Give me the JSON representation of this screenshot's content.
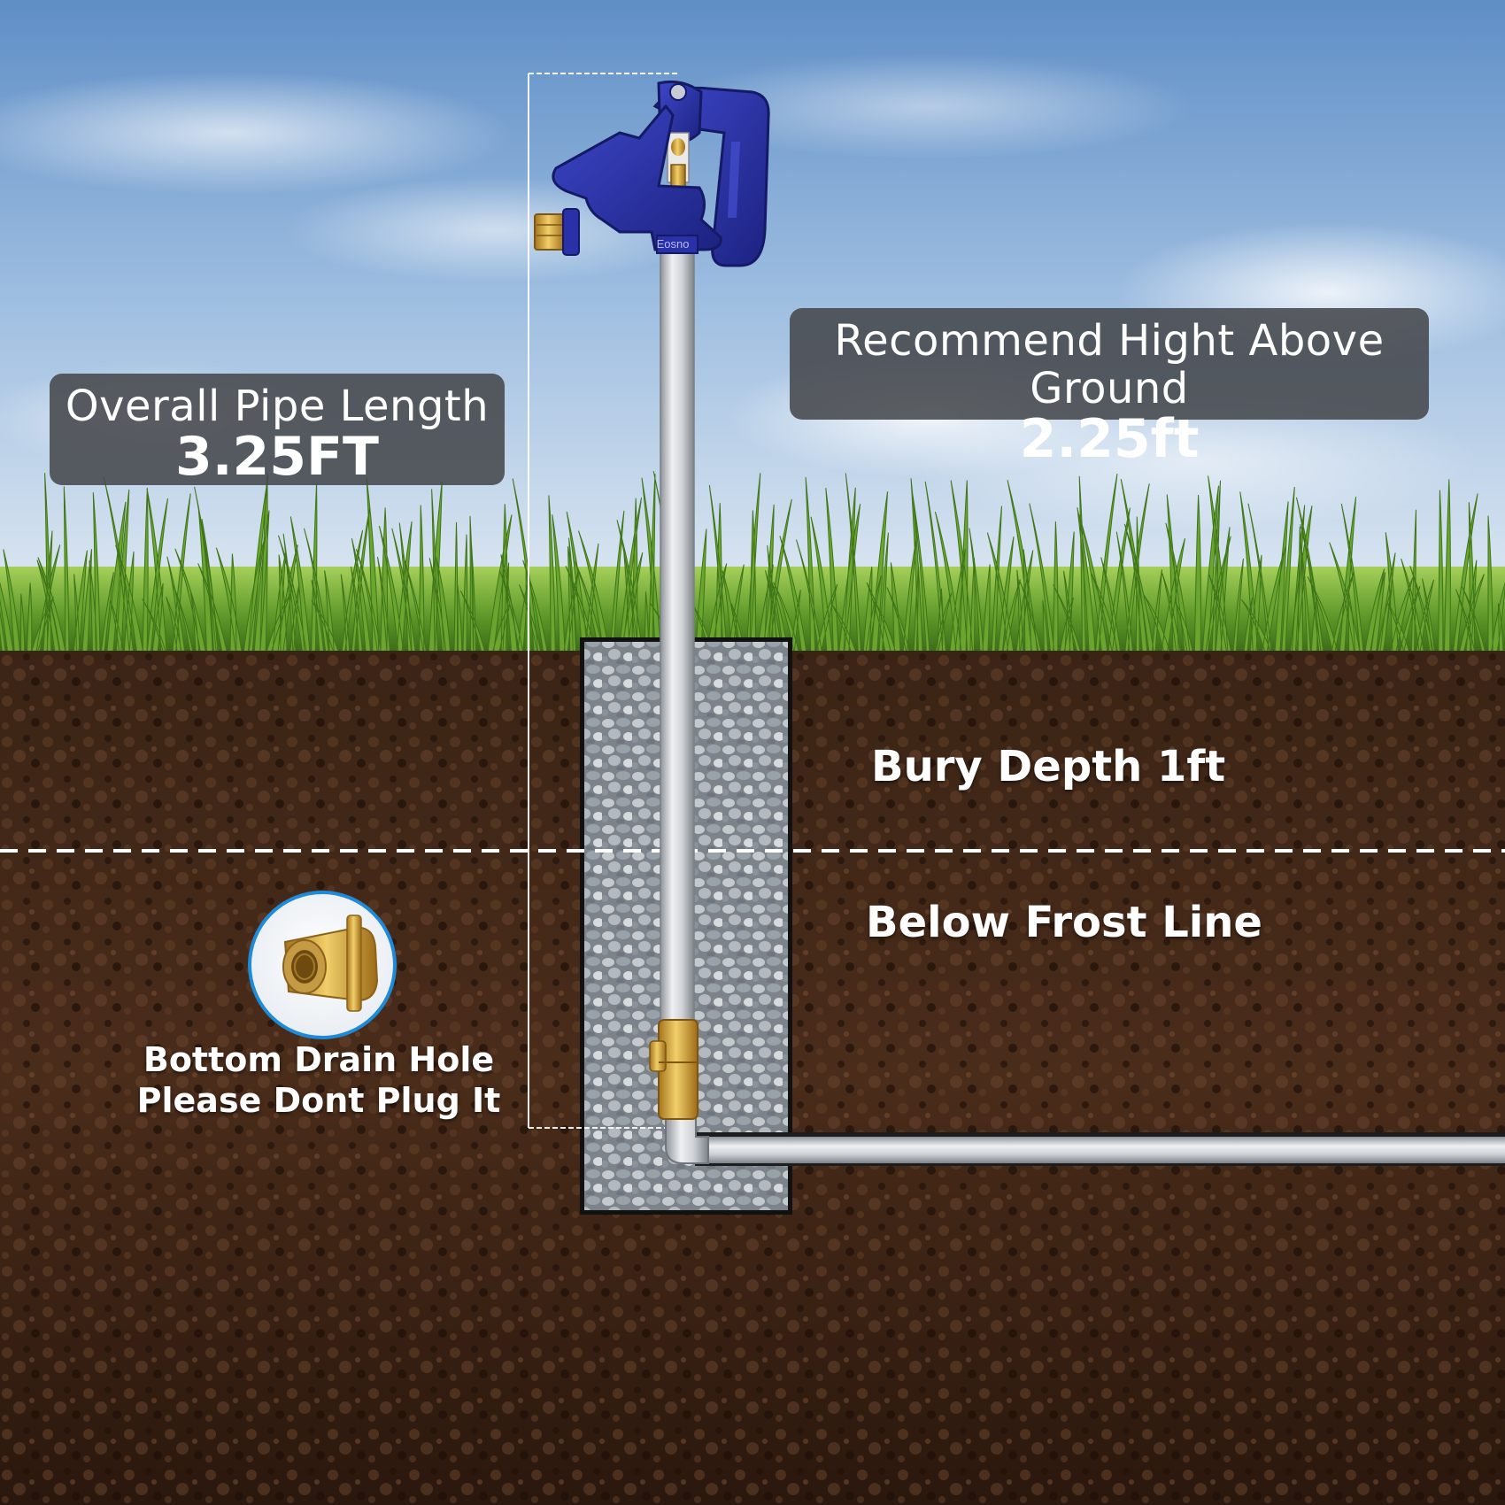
{
  "overall_length": {
    "title": "Overall Pipe Length",
    "value": "3.25FT"
  },
  "above_ground": {
    "title": "Recommend Hight Above Ground",
    "value": "2.25ft"
  },
  "bury_depth": {
    "label": "Bury Depth 1ft"
  },
  "frost_line": {
    "label": "Below Frost Line"
  },
  "drain_hole": {
    "line1": "Bottom Drain Hole",
    "line2": "Please Dont Plug It"
  },
  "hydrant": {
    "brand_mark": "Eosno"
  },
  "colors": {
    "sky_top": "#6f98c9",
    "sky_bottom": "#e8eef4",
    "grass": "#5f9a2a",
    "soil": "#3a2316",
    "gravel": "#9aa0a6",
    "hydrant_blue": "#2730a3",
    "brass": "#d6a330",
    "pipe_silver": "#c9ccd0",
    "label_box": "#46484c"
  }
}
